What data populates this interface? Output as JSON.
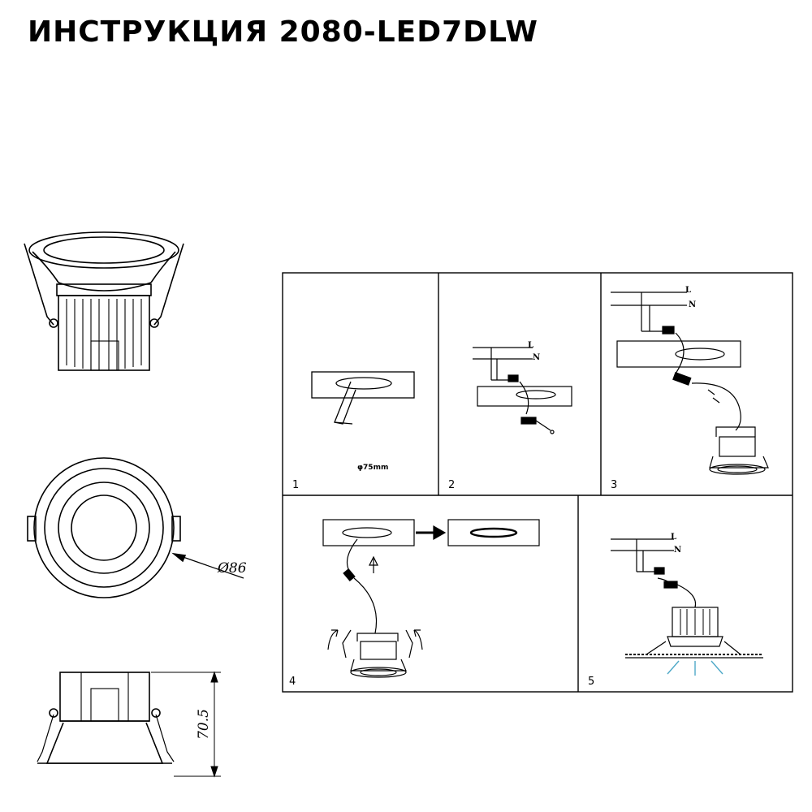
{
  "title": "ИНСТРУКЦИЯ 2080-LED7DLW",
  "dimensions": {
    "diameter": "Ø86",
    "height": "70.5"
  },
  "steps": [
    {
      "number": "1",
      "note": "φ75mm"
    },
    {
      "number": "2"
    },
    {
      "number": "3"
    },
    {
      "number": "4"
    },
    {
      "number": "5"
    }
  ],
  "wiring": {
    "live": "L",
    "neutral": "N"
  },
  "colors": {
    "line": "#000000",
    "light_rays": "#4fa9c8"
  }
}
